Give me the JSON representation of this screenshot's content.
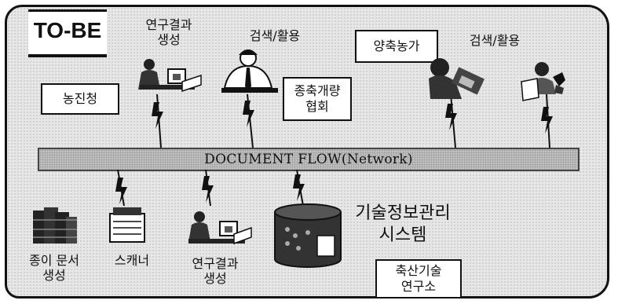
{
  "title": "TO-BE",
  "network": {
    "label": "DOCUMENT FLOW(Network)"
  },
  "top": {
    "research_gen": "연구결과\n생성",
    "search_use_1": "검색/활용",
    "rda": "농진청",
    "breeders_assoc": "종축개량\n협회",
    "farmers": "양축농가",
    "search_use_2": "검색/활용"
  },
  "bottom": {
    "paper_doc": "종이 문서\n생성",
    "scanner": "스캐너",
    "research_gen": "연구결과\n생성",
    "system": "기술정보관리\n시스템",
    "institute": "축산기술\n연구소"
  },
  "colors": {
    "frame_fill": "#e7e7e7",
    "bar_fill": "#c8c8c8",
    "ink": "#111111"
  },
  "icons": [
    "worker-desk-icon",
    "office-worker-icon",
    "farmer-desk-icon",
    "reader-icon",
    "paper-stack-icon",
    "scanner-icon",
    "database-icon",
    "lightning-link-icon"
  ]
}
